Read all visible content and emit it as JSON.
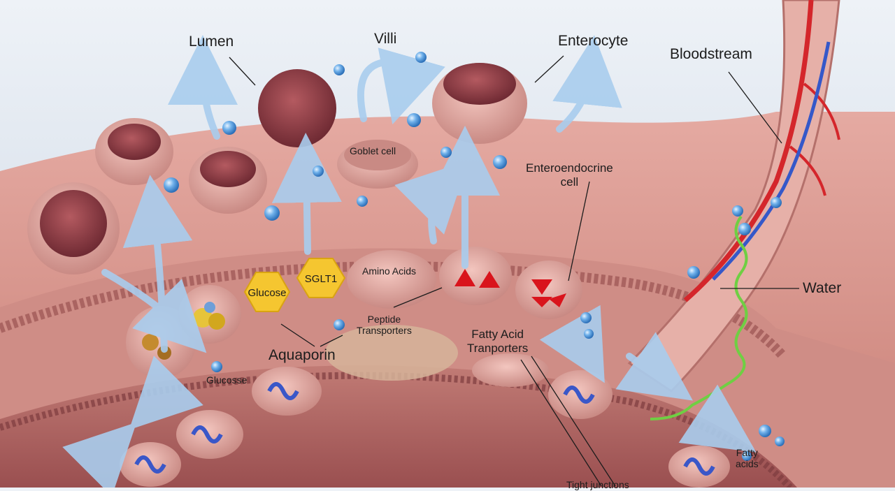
{
  "labels": {
    "lumen": "Lumen",
    "villi": "Villi",
    "enterocyte": "Enterocyte",
    "bloodstream": "Bloodstream",
    "goblet_cell": "Goblet cell",
    "enteroendocrine_cell": "Enteroendocrine\ncell",
    "glucose_hex": "Glucose",
    "sglt1_hex": "SGLT1",
    "amino_acids": "Amino Acids",
    "peptide_transporters": "Peptide\nTransporters",
    "fatty_acid_transporters": "Fatty Acid\nTranporters",
    "water": "Water",
    "aquaporin": "Aquaporin",
    "glucose_lower": "Glucosse",
    "fatty_acids": "Fatty\nacids",
    "tight_junctions_cut": "Tight junctions"
  },
  "colors": {
    "tissue": "#d99a94",
    "tissue_dark": "#b56c68",
    "tissue_light": "#eab8b1",
    "cell_core": "#8e3c44",
    "arrow_blue": "#a9cdee",
    "bubble": "#5aa3e0",
    "artery": "#d4262b",
    "vein": "#3558c9",
    "hexagon": "#f5c630",
    "triangle": "#d9141c",
    "protein_blue": "#3a57c8",
    "lipid_green": "#6fcf43"
  }
}
